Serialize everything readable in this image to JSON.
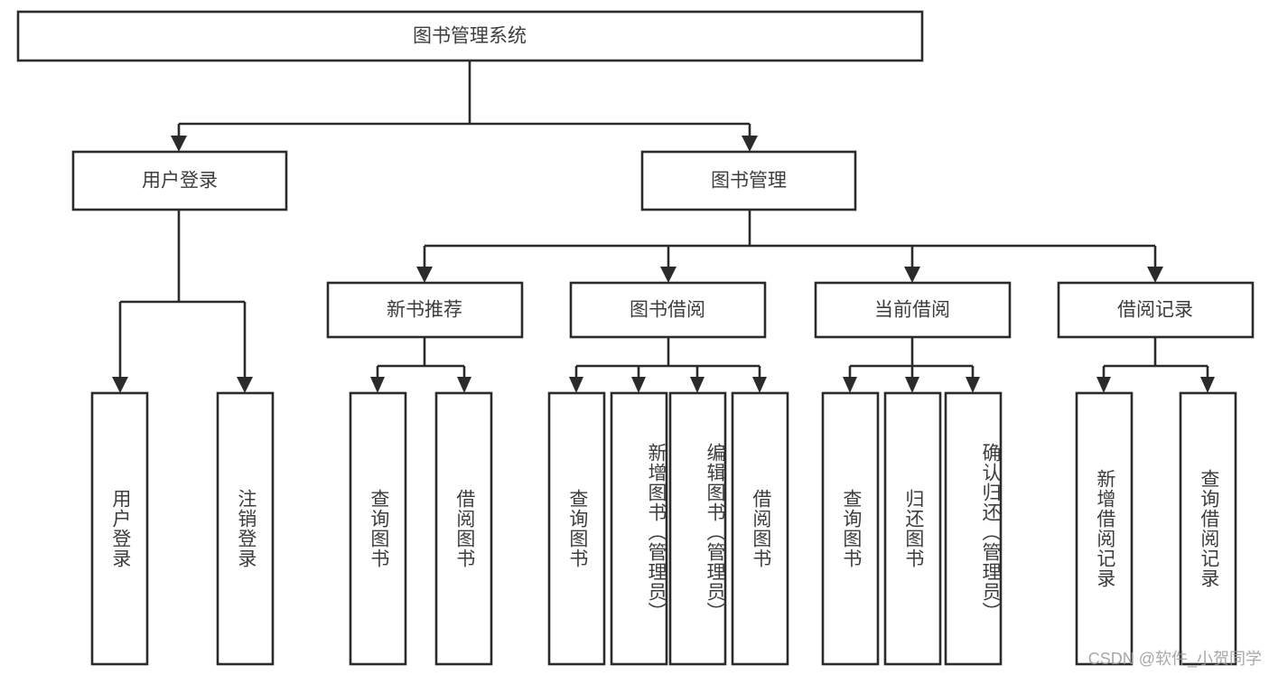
{
  "diagram": {
    "type": "tree",
    "title": "图书管理系统",
    "watermark": "CSDN @软件_小贺同学",
    "colors": {
      "box_stroke": "#2b2b2b",
      "box_fill": "#ffffff",
      "text": "#3d3d3d",
      "watermark": "#9a9a9a",
      "background": "#ffffff"
    },
    "levels": {
      "root": {
        "label": "图书管理系统"
      },
      "level2": [
        {
          "label": "用户登录"
        },
        {
          "label": "图书管理"
        }
      ],
      "level3": [
        {
          "label": "新书推荐"
        },
        {
          "label": "图书借阅"
        },
        {
          "label": "当前借阅"
        },
        {
          "label": "借阅记录"
        }
      ]
    },
    "nodes": {
      "root": "图书管理系统",
      "user_login": "用户登录",
      "book_mgmt": "图书管理",
      "new_book_rec": "新书推荐",
      "book_borrow": "图书借阅",
      "current_borrow": "当前借阅",
      "borrow_record": "借阅记录",
      "leaf_user_login": "用户登录",
      "leaf_logout": "注销登录",
      "leaf_query_book_1": "查询图书",
      "leaf_borrow_book_1": "借阅图书",
      "leaf_query_book_2": "查询图书",
      "leaf_add_book": "新增图书（管理员）",
      "leaf_edit_book": "编辑图书（管理员）",
      "leaf_borrow_book_2": "借阅图书",
      "leaf_query_book_3": "查询图书",
      "leaf_return_book": "归还图书",
      "leaf_confirm_return": "确认归还（管理员）",
      "leaf_add_record": "新增借阅记录",
      "leaf_query_record": "查询借阅记录"
    },
    "edges": [
      {
        "from": "root",
        "to": "user_login"
      },
      {
        "from": "root",
        "to": "book_mgmt"
      },
      {
        "from": "user_login",
        "to": "leaf_user_login"
      },
      {
        "from": "user_login",
        "to": "leaf_logout"
      },
      {
        "from": "book_mgmt",
        "to": "new_book_rec"
      },
      {
        "from": "book_mgmt",
        "to": "book_borrow"
      },
      {
        "from": "book_mgmt",
        "to": "current_borrow"
      },
      {
        "from": "book_mgmt",
        "to": "borrow_record"
      },
      {
        "from": "new_book_rec",
        "to": "leaf_query_book_1"
      },
      {
        "from": "new_book_rec",
        "to": "leaf_borrow_book_1"
      },
      {
        "from": "book_borrow",
        "to": "leaf_query_book_2"
      },
      {
        "from": "book_borrow",
        "to": "leaf_add_book"
      },
      {
        "from": "book_borrow",
        "to": "leaf_edit_book"
      },
      {
        "from": "book_borrow",
        "to": "leaf_borrow_book_2"
      },
      {
        "from": "current_borrow",
        "to": "leaf_query_book_3"
      },
      {
        "from": "current_borrow",
        "to": "leaf_return_book"
      },
      {
        "from": "current_borrow",
        "to": "leaf_confirm_return"
      },
      {
        "from": "borrow_record",
        "to": "leaf_add_record"
      },
      {
        "from": "borrow_record",
        "to": "leaf_query_record"
      }
    ]
  }
}
